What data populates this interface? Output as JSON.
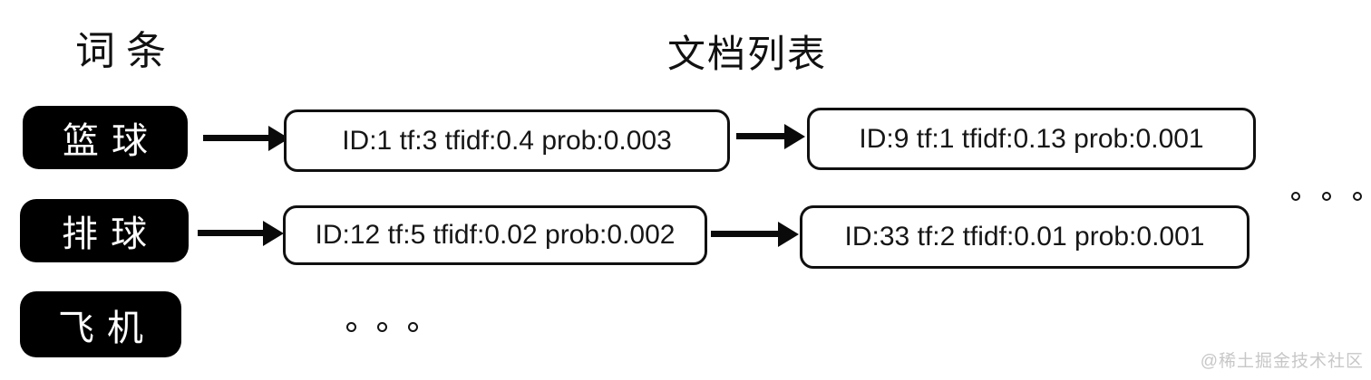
{
  "diagram": {
    "headers": {
      "terms": "词条",
      "doc_list": "文档列表"
    },
    "rows": [
      {
        "term": "篮球",
        "postings": [
          "ID:1 tf:3 tfidf:0.4 prob:0.003",
          "ID:9 tf:1 tfidf:0.13 prob:0.001"
        ],
        "ellipsis": "。。。"
      },
      {
        "term": "排球",
        "postings": [
          "ID:12 tf:5 tfidf:0.02 prob:0.002",
          "ID:33 tf:2 tfidf:0.01 prob:0.001"
        ]
      },
      {
        "term": "飞机",
        "postings": [],
        "ellipsis": "。。。"
      }
    ],
    "watermark": "@稀土掘金技术社区",
    "colors": {
      "node_bg": "#000000",
      "node_text": "#ffffff",
      "box_border": "#101010",
      "text": "#161616",
      "background": "#ffffff",
      "watermark": "#c7c7c7"
    }
  }
}
